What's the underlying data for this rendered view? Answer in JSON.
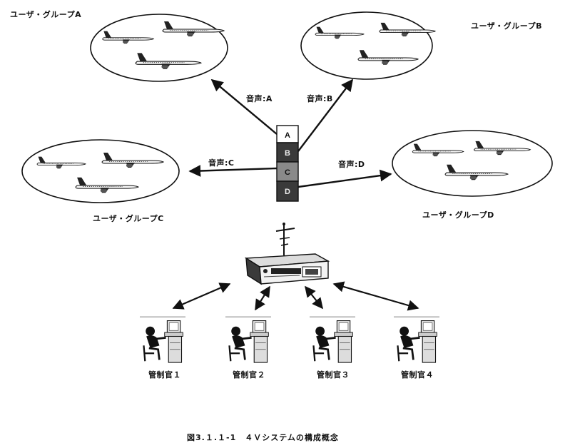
{
  "groups": [
    {
      "label": "ユーザ・グループA"
    },
    {
      "label": "ユーザ・グループB"
    },
    {
      "label": "ユーザ・グループC"
    },
    {
      "label": "ユーザ・グループD"
    }
  ],
  "channels": [
    {
      "letter": "A",
      "voice_label": "音声:A",
      "color": "#ffffff"
    },
    {
      "letter": "B",
      "voice_label": "音声:B",
      "color": "#3a3a3a"
    },
    {
      "letter": "C",
      "voice_label": "音声:C",
      "color": "#8a8a8a"
    },
    {
      "letter": "D",
      "voice_label": "音声:D",
      "color": "#3a3a3a"
    }
  ],
  "controllers": [
    {
      "label": "管制官１"
    },
    {
      "label": "管制官２"
    },
    {
      "label": "管制官３"
    },
    {
      "label": "管制官４"
    }
  ],
  "figure_caption": "図3.１.１-1　４Ｖシステムの構成概念",
  "icons": {
    "aircraft": "airplane-icon",
    "radio_unit": "radio-unit-icon",
    "antenna": "antenna-icon",
    "controller": "controller-workstation-icon"
  }
}
